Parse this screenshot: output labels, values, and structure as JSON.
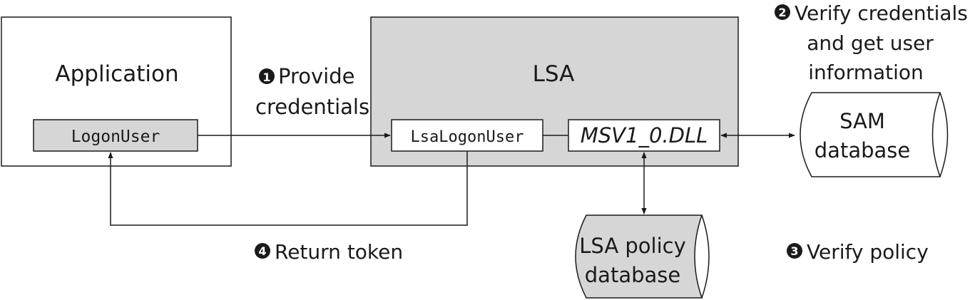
{
  "application": {
    "title": "Application",
    "function": "LogonUser"
  },
  "lsa": {
    "title": "LSA",
    "function": "LsaLogonUser",
    "module": "MSV1_0.DLL"
  },
  "sam": {
    "line1": "SAM",
    "line2": "database"
  },
  "lsa_policy": {
    "line1": "LSA policy",
    "line2": "database"
  },
  "steps": [
    {
      "number": "1",
      "lines": [
        "Provide",
        "credentials"
      ]
    },
    {
      "number": "2",
      "lines": [
        "Verify credentials",
        "and get user",
        "information"
      ]
    },
    {
      "number": "3",
      "lines": [
        "Verify policy"
      ]
    },
    {
      "number": "4",
      "lines": [
        "Return token"
      ]
    }
  ],
  "colors": {
    "box_fill": "#d6d6d6",
    "stroke": "#1a1a1a",
    "background": "#ffffff"
  }
}
